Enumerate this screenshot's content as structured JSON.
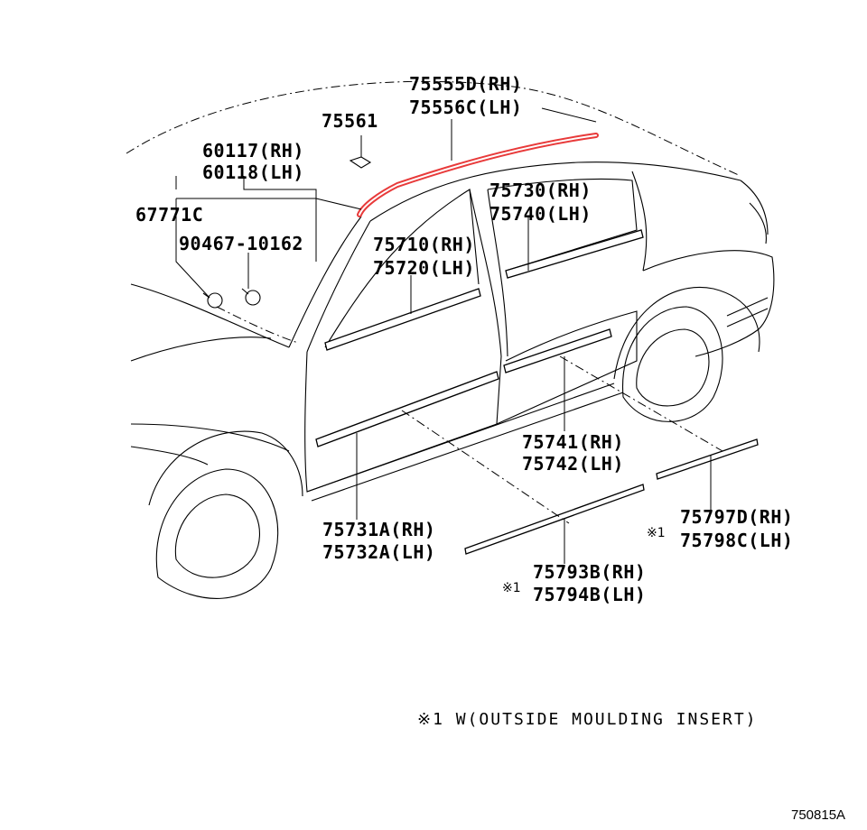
{
  "diagram": {
    "highlight_color": "#e83a3a",
    "parts": [
      {
        "id": "p1",
        "lines": [
          "75555D(RH)",
          "75556C(LH)"
        ]
      },
      {
        "id": "p2",
        "lines": [
          "75561"
        ]
      },
      {
        "id": "p3",
        "lines": [
          "60117(RH)",
          "60118(LH)"
        ]
      },
      {
        "id": "p4",
        "lines": [
          "67771C"
        ]
      },
      {
        "id": "p5",
        "lines": [
          "90467-10162"
        ]
      },
      {
        "id": "p6",
        "lines": [
          "75730(RH)",
          "75740(LH)"
        ]
      },
      {
        "id": "p7",
        "lines": [
          "75710(RH)",
          "75720(LH)"
        ]
      },
      {
        "id": "p8",
        "lines": [
          "75741(RH)",
          "75742(LH)"
        ]
      },
      {
        "id": "p9",
        "lines": [
          "75731A(RH)",
          "75732A(LH)"
        ]
      },
      {
        "id": "p10",
        "lines": [
          "75797D(RH)",
          "75798C(LH)"
        ]
      },
      {
        "id": "p11",
        "lines": [
          "75793B(RH)",
          "75794B(LH)"
        ]
      }
    ],
    "markers": [
      "※1",
      "※1"
    ],
    "footnote": "※1 W(OUTSIDE MOULDING INSERT)",
    "drawing_code": "750815A"
  }
}
